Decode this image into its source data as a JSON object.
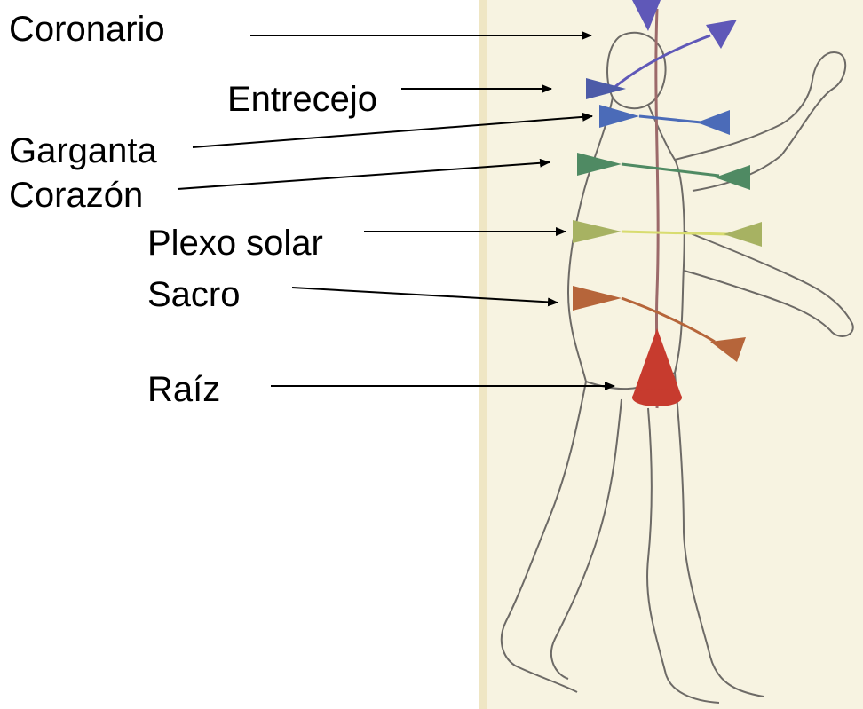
{
  "labels": {
    "coronario": "Coronario",
    "entrecejo": "Entrecejo",
    "garganta": "Garganta",
    "corazon": "Corazón",
    "plexo_solar": "Plexo solar",
    "sacro": "Sacro",
    "raiz": "Raíz"
  },
  "colors": {
    "paper": "#f7f3e1",
    "paper_edge": "#efe6c4",
    "outline": "#6d6a66",
    "coronario": "#5f58b8",
    "entrecejo": "#4d5ba8",
    "garganta": "#4b6bb8",
    "corazon": "#4f8a63",
    "plexo_solar": "#a7b262",
    "sacro": "#b6653a",
    "raiz": "#c73b2e",
    "spine": "#9c6a6a"
  }
}
